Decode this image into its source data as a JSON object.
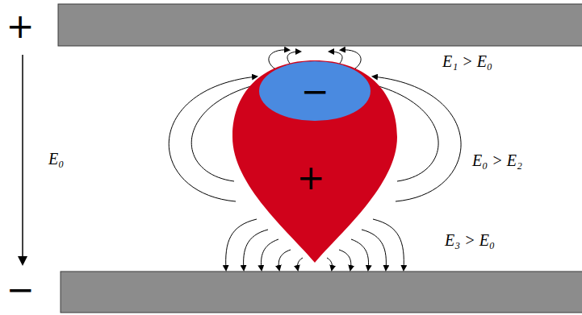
{
  "diagram": {
    "nodes": [
      {
        "text": [
          "+"
        ]
      },
      {
        "text": [
          "−"
        ],
        "in": 0
      }
    ],
    "labels": [
      "+",
      "−",
      "E₀",
      "E₁ > E₀",
      "E₀ > E₂",
      "E₃ > E₀"
    ]
  }
}
